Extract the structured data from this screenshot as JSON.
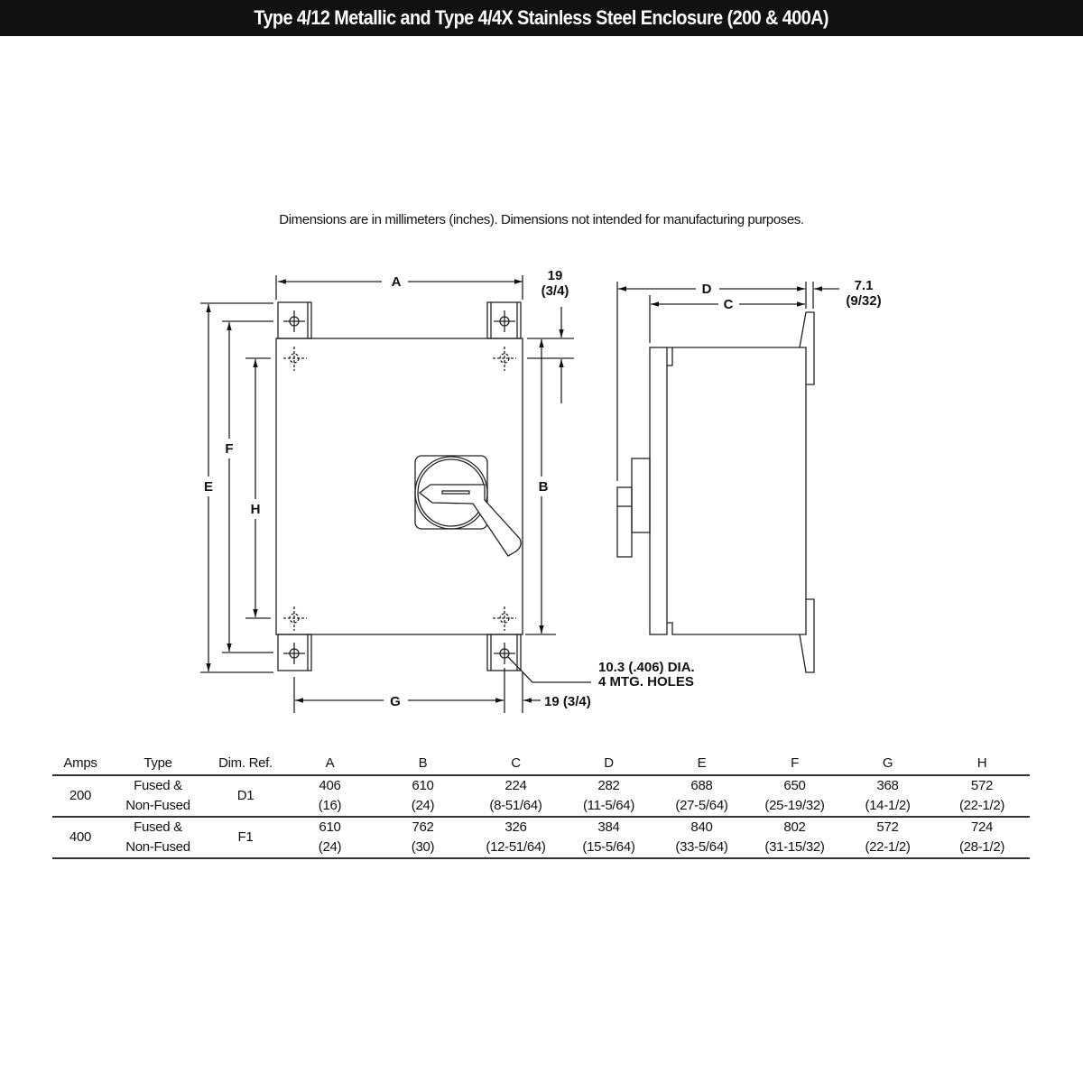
{
  "title": "Type 4/12 Metallic and Type 4/4X Stainless Steel Enclosure (200 & 400A)",
  "note": "Dimensions are in millimeters (inches). Dimensions not intended for manufacturing purposes.",
  "drawing": {
    "labels": {
      "A": "A",
      "B": "B",
      "C": "C",
      "D": "D",
      "E": "E",
      "F": "F",
      "G": "G",
      "H": "H"
    },
    "offset_top_mm": "19",
    "offset_top_in": "(3/4)",
    "offset_bottom": "19 (3/4)",
    "flange_mm": "7.1",
    "flange_in": "(9/32)",
    "holes_line1": "10.3 (.406) DIA.",
    "holes_line2": "4 MTG. HOLES"
  },
  "table": {
    "headers": [
      "Amps",
      "Type",
      "Dim. Ref.",
      "A",
      "B",
      "C",
      "D",
      "E",
      "F",
      "G",
      "H"
    ],
    "rows": [
      {
        "amps": "200",
        "type1": "Fused &",
        "type2": "Non-Fused",
        "dim": "D1",
        "vals": [
          [
            "406",
            "(16)"
          ],
          [
            "610",
            "(24)"
          ],
          [
            "224",
            "(8-51/64)"
          ],
          [
            "282",
            "(11-5/64)"
          ],
          [
            "688",
            "(27-5/64)"
          ],
          [
            "650",
            "(25-19/32)"
          ],
          [
            "368",
            "(14-1/2)"
          ],
          [
            "572",
            "(22-1/2)"
          ]
        ]
      },
      {
        "amps": "400",
        "type1": "Fused &",
        "type2": "Non-Fused",
        "dim": "F1",
        "vals": [
          [
            "610",
            "(24)"
          ],
          [
            "762",
            "(30)"
          ],
          [
            "326",
            "(12-51/64)"
          ],
          [
            "384",
            "(15-5/64)"
          ],
          [
            "840",
            "(33-5/64)"
          ],
          [
            "802",
            "(31-15/32)"
          ],
          [
            "572",
            "(22-1/2)"
          ],
          [
            "724",
            "(28-1/2)"
          ]
        ]
      }
    ]
  }
}
